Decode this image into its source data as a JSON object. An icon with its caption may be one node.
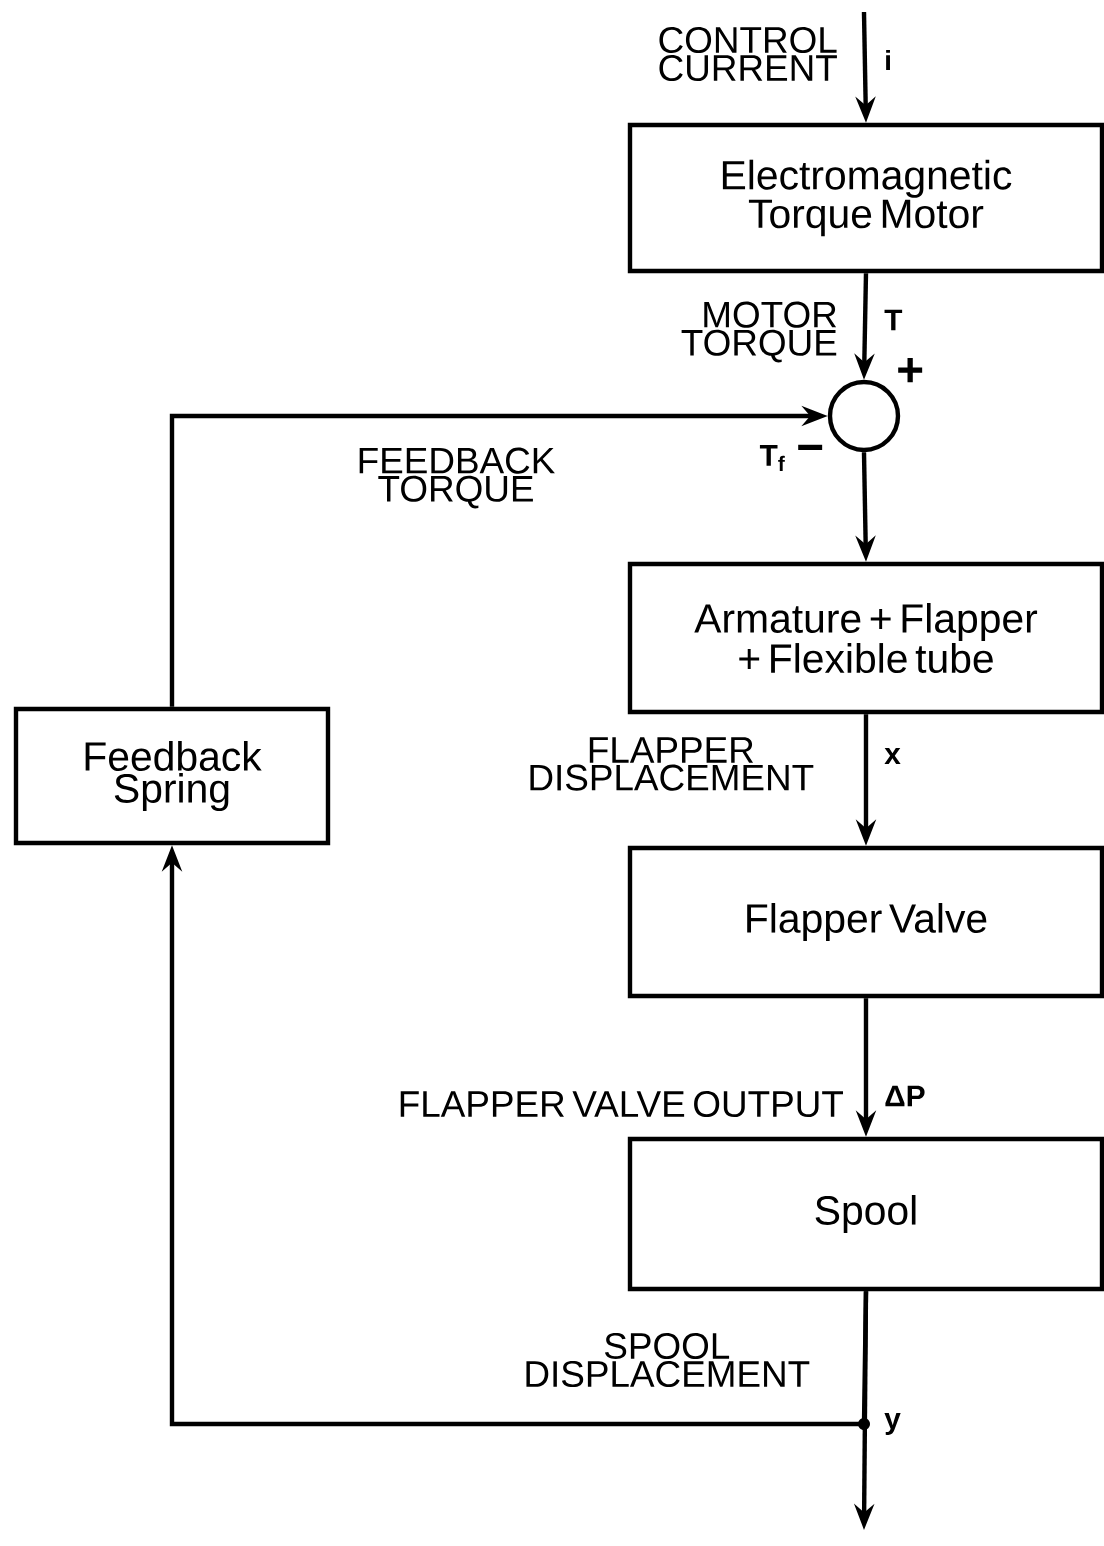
{
  "diagram": {
    "nodes": [
      {
        "text": [
          "Electromagnetic Torque Motor"
        ]
      },
      {
        "text": [],
        "shape": "circle"
      },
      {
        "text": [
          "Armature + Flapper + Flexible tube"
        ]
      },
      {
        "text": [
          "Flapper Valve"
        ]
      },
      {
        "text": [
          "Spool"
        ]
      },
      {
        "text": [
          "Feedback Spring"
        ]
      }
    ],
    "edges": [
      {
        "from": null,
        "to": 0,
        "arrow": "to",
        "label": "CONTROL CURRENT"
      },
      {
        "from": 0,
        "to": 1,
        "arrow": "to",
        "label": "MOTOR TORQUE"
      },
      {
        "from": 5,
        "to": 1,
        "arrow": "to",
        "label": "FEEDBACK TORQUE"
      },
      {
        "from": 1,
        "to": 2,
        "arrow": "to"
      },
      {
        "from": 2,
        "to": 3,
        "arrow": "to",
        "label": "FLAPPER DISPLACEMENT"
      },
      {
        "from": 3,
        "to": 4,
        "arrow": "to",
        "label": "FLAPPER VALVE OUTPUT"
      },
      {
        "from": 4,
        "to": null,
        "arrow": "to",
        "label": "SPOOL DISPLACEMENT"
      },
      {
        "from": 4,
        "to": 5,
        "arrow": "to"
      }
    ],
    "labels": [
      "i",
      "T",
      "+",
      "T$_{f}$",
      "−",
      "x",
      "ΔP",
      "y"
    ]
  }
}
